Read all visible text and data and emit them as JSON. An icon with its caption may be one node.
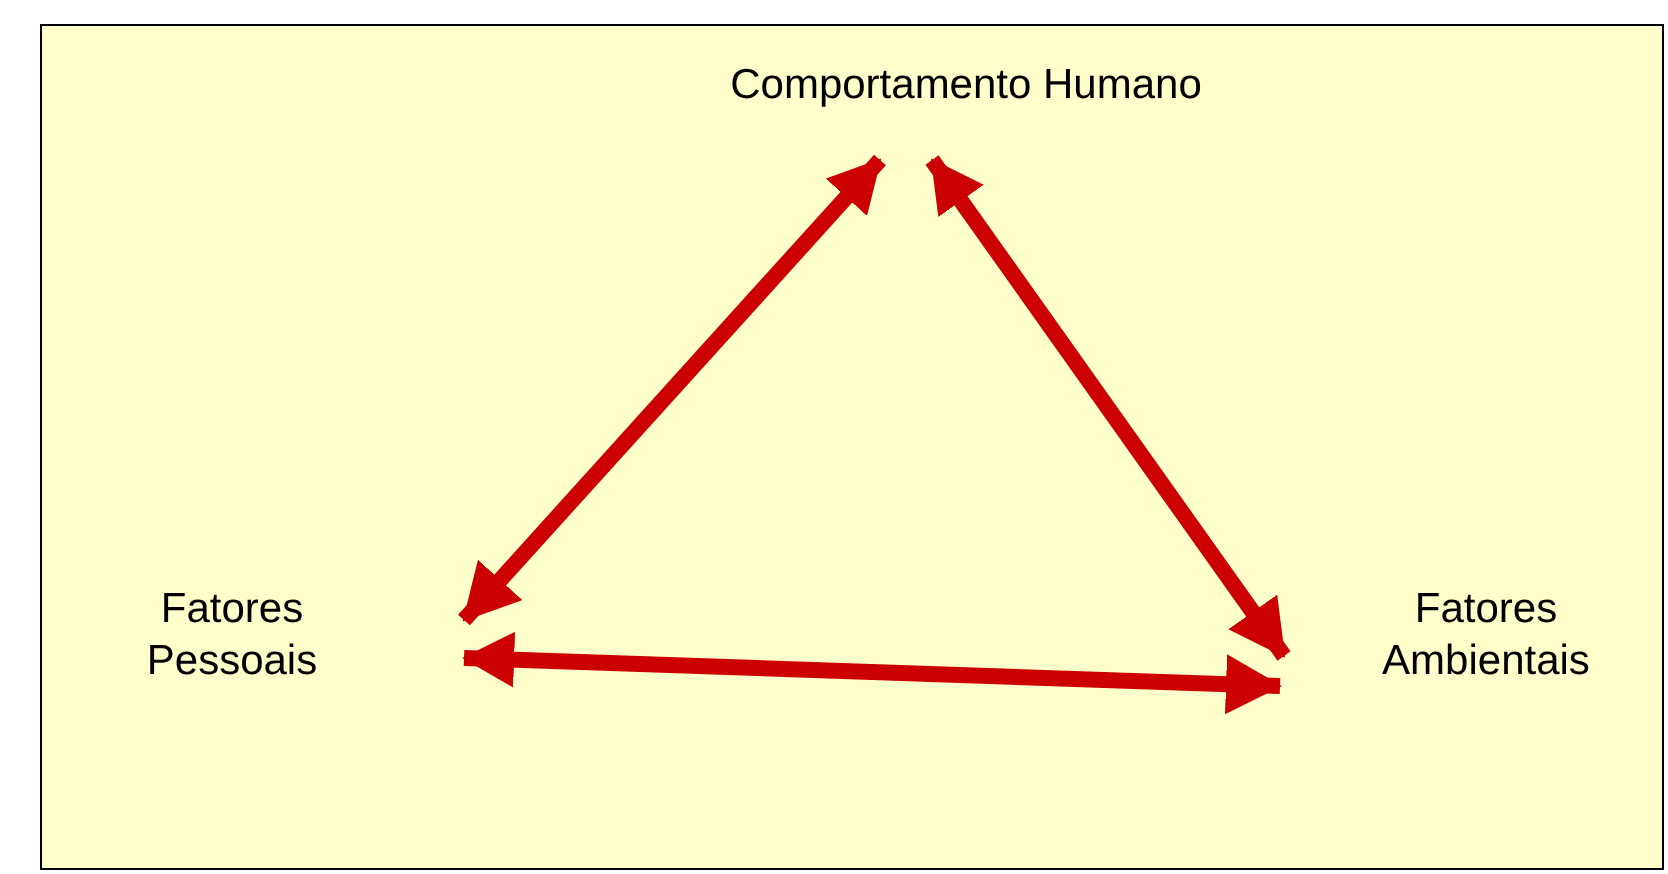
{
  "diagram": {
    "nodes": [
      {
        "text": [
          "Comportamento Humano"
        ]
      },
      {
        "text": [
          "Fatores Pessoais"
        ]
      },
      {
        "text": [
          "Fatores Ambientais"
        ]
      }
    ],
    "edges": [
      {
        "from": 0,
        "to": 1,
        "arrow": "both"
      },
      {
        "from": 0,
        "to": 2,
        "arrow": "both"
      },
      {
        "from": 1,
        "to": 2,
        "arrow": "both"
      }
    ]
  }
}
